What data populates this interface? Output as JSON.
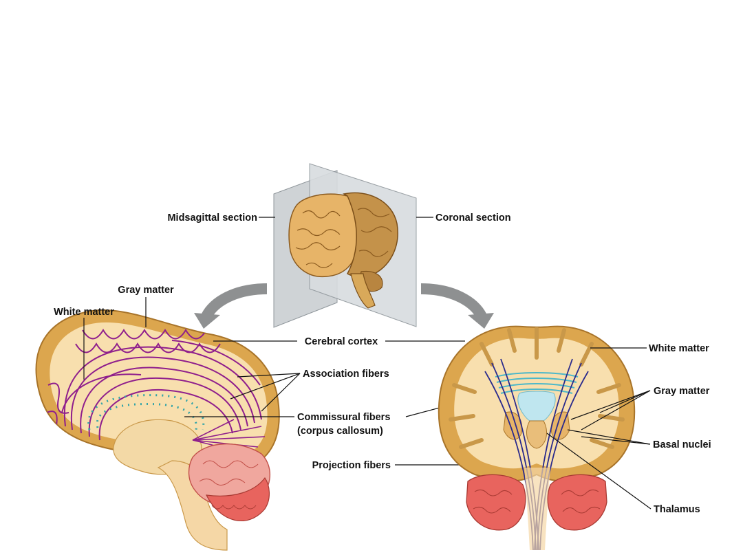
{
  "labels": {
    "midsagittal_section": "Midsagittal section",
    "coronal_section": "Coronal section",
    "gray_matter_left": "Gray matter",
    "white_matter_left": "White matter",
    "cerebral_cortex": "Cerebral cortex",
    "association_fibers": "Association fibers",
    "commissural_fibers": "Commissural fibers",
    "corpus_callosum": "(corpus callosum)",
    "projection_fibers": "Projection fibers",
    "white_matter_right": "White matter",
    "gray_matter_right": "Gray matter",
    "basal_nuclei": "Basal nuclei",
    "thalamus": "Thalamus"
  },
  "colors": {
    "cortex": "#dca64e",
    "cortex_edge": "#b8822f",
    "white_matter": "#f8dfae",
    "association_fibers": "#8f1e8c",
    "commissural_dots": "#2fa3a8",
    "projection_fibers": "#2a2a8c",
    "commissural_band": "#4db8c9",
    "ventricle": "#bfe6ef",
    "cerebellum": "#e8645e",
    "brainstem": "#f5d7a6",
    "plane": "#cfd3d6",
    "arrow": "#8e9091"
  }
}
